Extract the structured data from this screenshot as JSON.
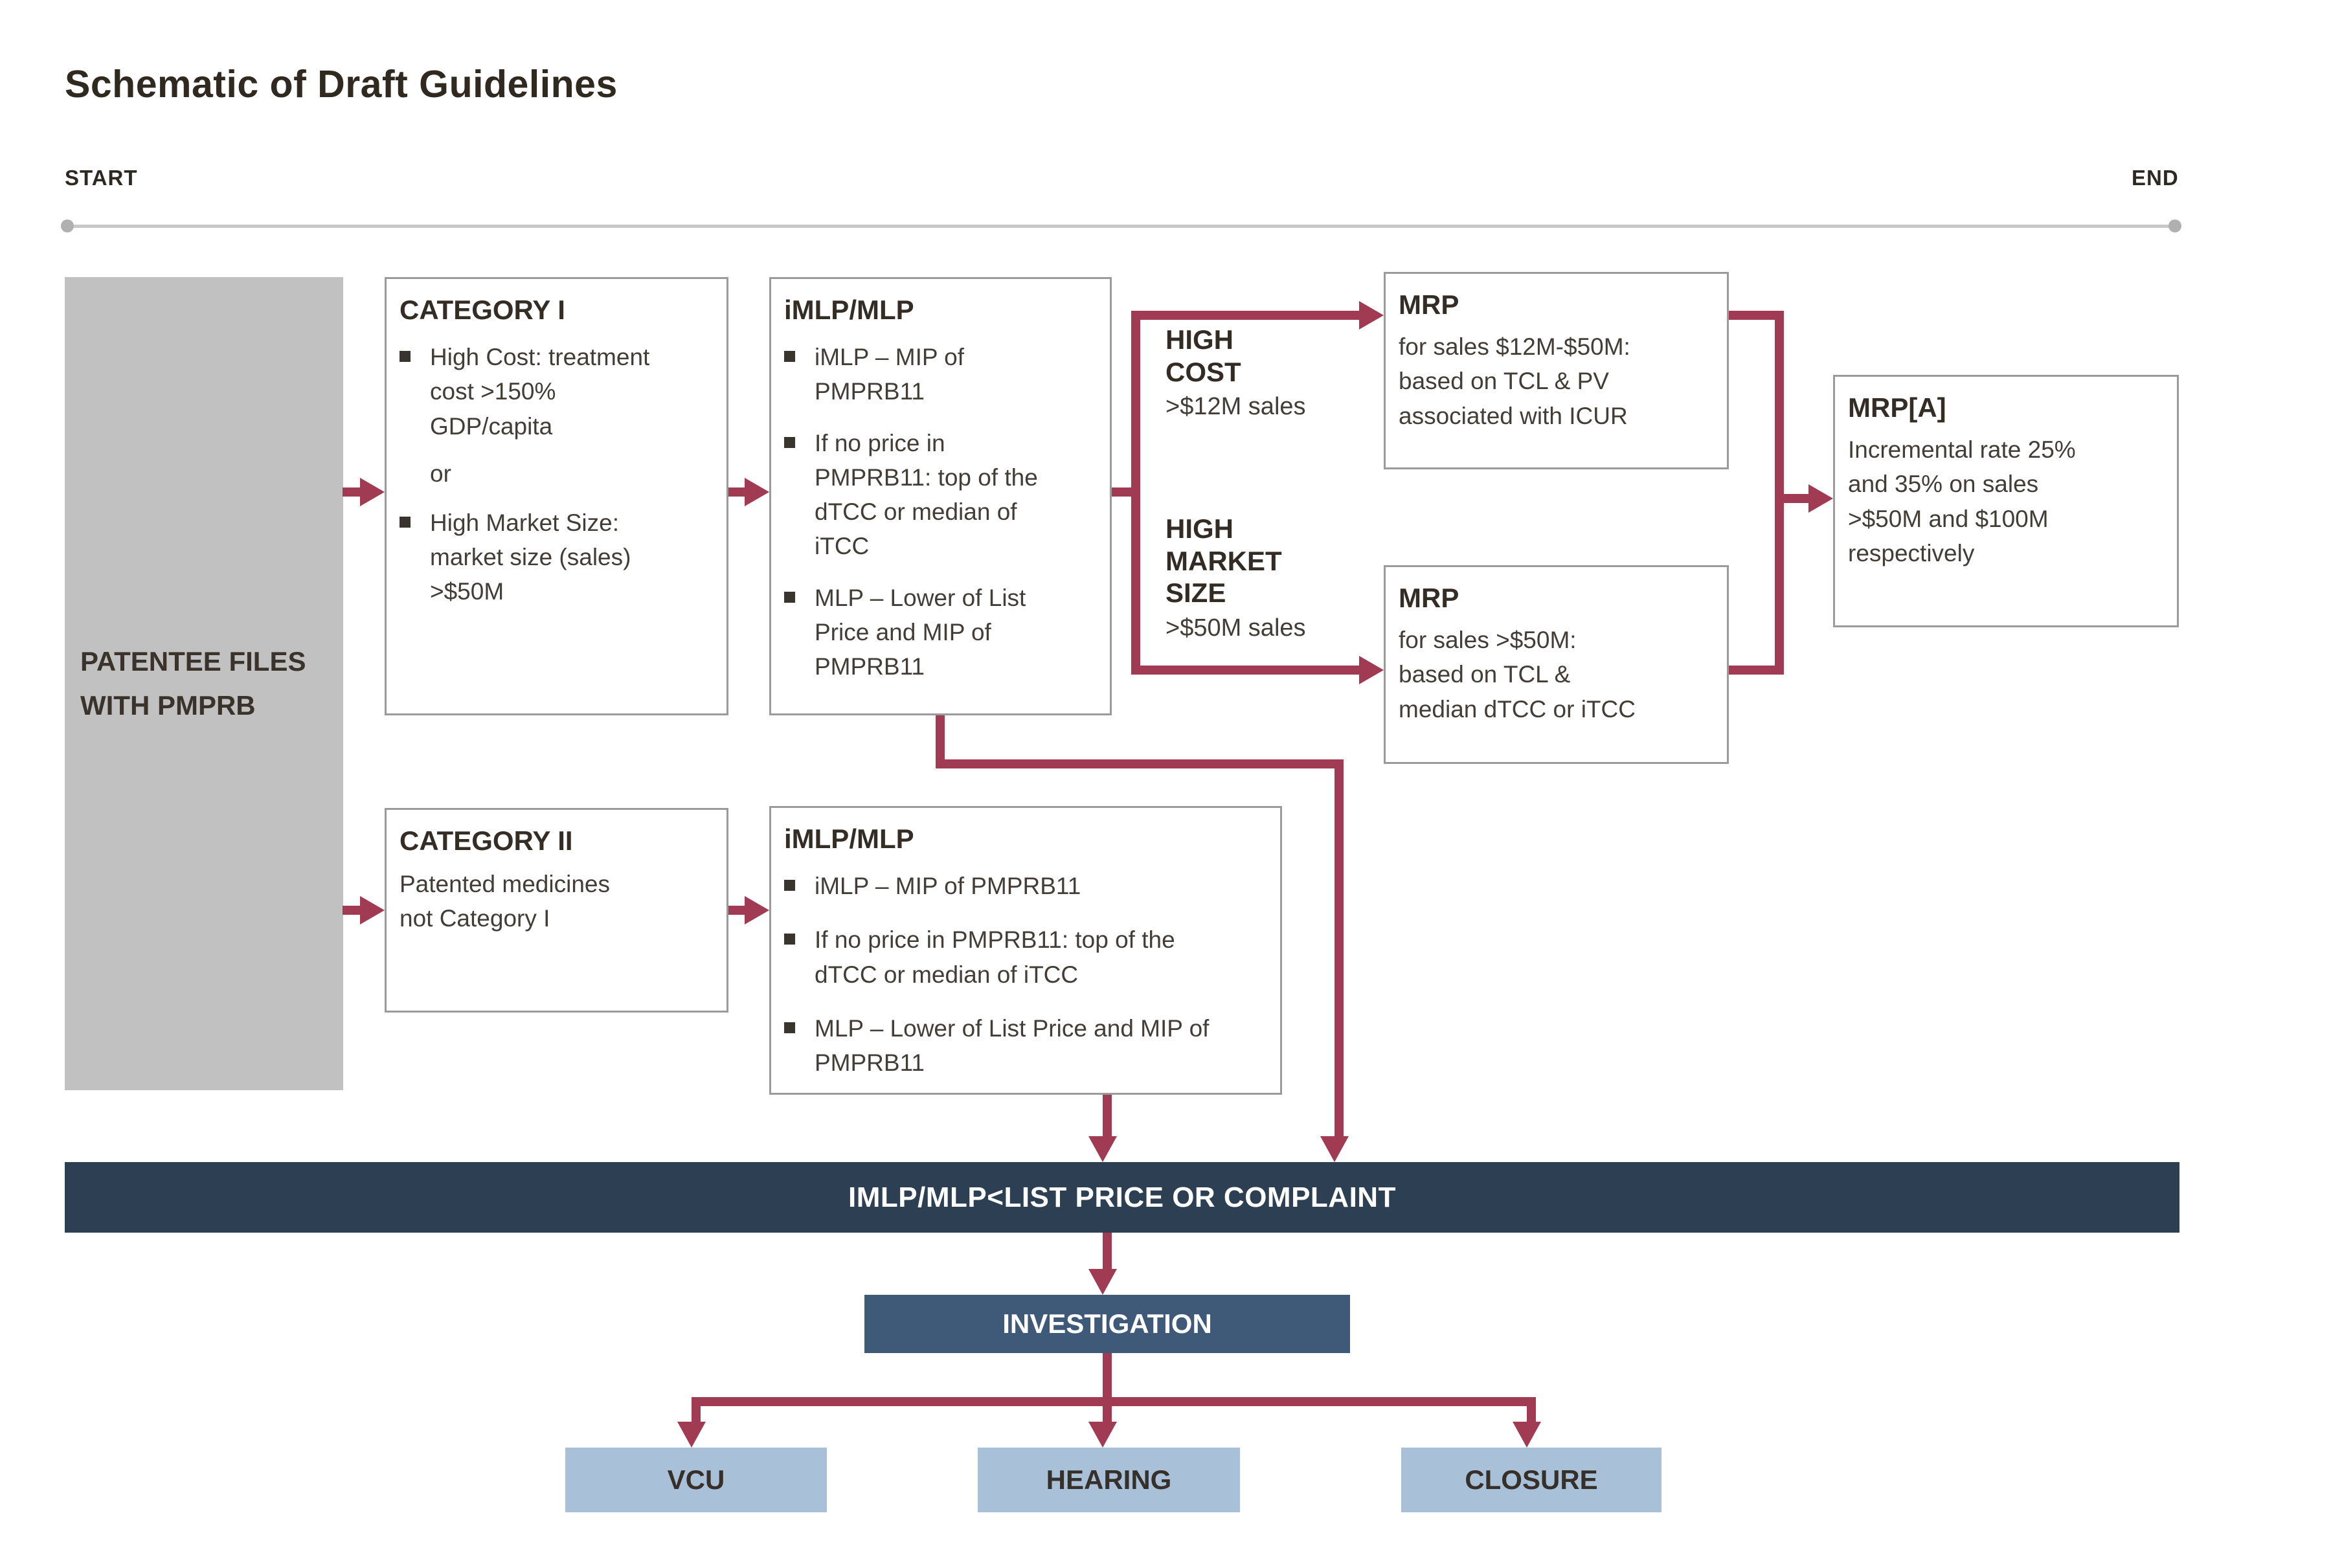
{
  "title": "Schematic of Draft Guidelines",
  "timeline": {
    "start_label": "START",
    "end_label": "END"
  },
  "colors": {
    "arrow_maroon": "#a03b53",
    "bar_navy": "#2d4053",
    "investigation_blue": "#3e5a78",
    "outcome_blue": "#a9c0d9",
    "patentee_gray": "#c1c1c1",
    "box_border_gray": "#9b9b9b",
    "text_dark": "#342d26"
  },
  "patentee": {
    "label": "PATENTEE FILES WITH PMPRB"
  },
  "category1": {
    "title": "CATEGORY I",
    "bullet1": "High Cost: treatment cost >150% GDP/capita",
    "joiner": "or",
    "bullet2": "High Market Size: market size (sales) >$50M"
  },
  "imlp_top": {
    "title": "iMLP/MLP",
    "bullet1": "iMLP – MIP of PMPRB11",
    "bullet2": "If no price in PMPRB11: top of the dTCC or median of iTCC",
    "bullet3": "MLP – Lower of List Price and MIP of PMPRB11"
  },
  "branch_labels": {
    "high_cost_title": "HIGH COST",
    "high_cost_sub": ">$12M sales",
    "high_market_title": "HIGH MARKET SIZE",
    "high_market_sub": ">$50M sales"
  },
  "mrp_mid": {
    "title": "MRP",
    "body": "for sales $12M-$50M: based on TCL & PV associated with ICUR"
  },
  "mrp_high": {
    "title": "MRP",
    "body": "for sales >$50M: based on TCL & median dTCC or iTCC"
  },
  "mrp_a": {
    "title": "MRP[A]",
    "body": "Incremental rate 25% and 35% on sales >$50M and $100M respectively"
  },
  "category2": {
    "title": "CATEGORY II",
    "body": "Patented medicines not Category I"
  },
  "imlp_bottom": {
    "title": "iMLP/MLP",
    "bullet1": "iMLP – MIP of PMPRB11",
    "bullet2": "If no price in PMPRB11: top of the dTCC or median of iTCC",
    "bullet3": "MLP – Lower of List Price and MIP of PMPRB11"
  },
  "complaint_bar": {
    "label": "IMLP/MLP<LIST PRICE OR COMPLAINT"
  },
  "investigation": {
    "label": "INVESTIGATION"
  },
  "outcomes": {
    "vcu": "VCU",
    "hearing": "HEARING",
    "closure": "CLOSURE"
  }
}
